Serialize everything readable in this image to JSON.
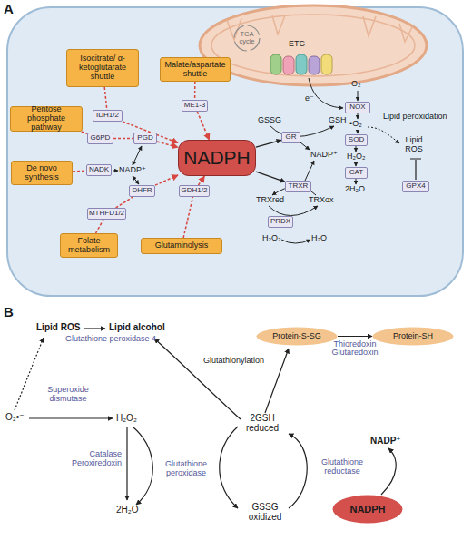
{
  "diagram": {
    "nodes": [
      {
        "text": [
          "Isocitrate/ α-ketoglutarate shuttle"
        ]
      },
      {
        "text": [
          "Malate/aspartate shuttle"
        ]
      },
      {
        "text": [
          "IDH1/2"
        ]
      },
      {
        "text": [
          "ME1-3"
        ]
      },
      {
        "text": [
          "Pentose phosphate pathway"
        ]
      },
      {
        "text": [
          "G6PD"
        ]
      },
      {
        "text": [
          "PGD"
        ]
      },
      {
        "text": [
          "NADPH"
        ]
      },
      {
        "text": [
          "De novo synthesis"
        ]
      },
      {
        "text": [
          "NADK"
        ]
      },
      {
        "text": [
          "DHFR"
        ]
      },
      {
        "text": [
          "GDH1/2"
        ]
      },
      {
        "text": [
          "MTHFD1/2"
        ]
      },
      {
        "text": [
          "Folate metabolism"
        ]
      },
      {
        "text": [
          "Glutaminolysis"
        ]
      },
      {
        "text": [
          "NOX"
        ]
      },
      {
        "text": [
          "GR"
        ]
      },
      {
        "text": [
          "SOD"
        ]
      },
      {
        "text": [
          "CAT"
        ]
      },
      {
        "text": [
          "TRXR"
        ]
      },
      {
        "text": [
          "GPX4"
        ]
      },
      {
        "text": [
          "PRDX"
        ]
      },
      {
        "text": [
          "Protein-S-SG"
        ]
      },
      {
        "text": [
          "Protein-SH"
        ]
      },
      {
        "text": [
          "NADPH"
        ]
      }
    ],
    "edges": [
      {
        "from": 0,
        "to": 2,
        "arrow": "none"
      },
      {
        "from": 2,
        "to": 7,
        "arrow": "to"
      },
      {
        "from": 1,
        "to": 3,
        "arrow": "none"
      },
      {
        "from": 3,
        "to": 7,
        "arrow": "to"
      },
      {
        "from": 4,
        "to": 5,
        "arrow": "none"
      },
      {
        "from": 5,
        "to": 6,
        "arrow": "none"
      },
      {
        "from": 6,
        "to": 7,
        "arrow": "to"
      },
      {
        "from": 8,
        "to": 9,
        "arrow": "none"
      },
      {
        "from": 13,
        "to": 12,
        "arrow": "none"
      },
      {
        "from": 12,
        "to": 10,
        "arrow": "none"
      },
      {
        "from": 10,
        "to": 7,
        "arrow": "to"
      },
      {
        "from": 14,
        "to": 11,
        "arrow": "none"
      },
      {
        "from": 11,
        "to": 7,
        "arrow": "to"
      },
      {
        "from": 7,
        "to": 16,
        "arrow": "to"
      },
      {
        "from": 7,
        "to": 19,
        "arrow": "to"
      },
      {
        "from": 22,
        "to": 23,
        "arrow": "to",
        "label": "Thioredoxin Glutaredoxin"
      }
    ],
    "labels": [
      "A",
      "TCA cycle",
      "ETC",
      "e⁻",
      "O₂",
      "NADP⁺",
      "GSSG",
      "GSH",
      "NADP⁺",
      "TRXred",
      "TRXox",
      "H₂O₂",
      "H₂O",
      "•O₂",
      "H₂O₂",
      "2H₂O",
      "Lipid peroxidation",
      "Lipid ROS",
      "B",
      "Lipid ROS",
      "Lipid alcohol",
      "Glutathione peroxidase 4",
      "Glutathionylation",
      "O₂•⁻",
      "Superoxide dismutase",
      "H₂O₂",
      "Catalase Peroxiredoxin",
      "2H₂O",
      "Glutathione peroxidase",
      "2GSH reduced",
      "GSSG oxidized",
      "Glutathione reductase",
      "NADP⁺"
    ]
  }
}
